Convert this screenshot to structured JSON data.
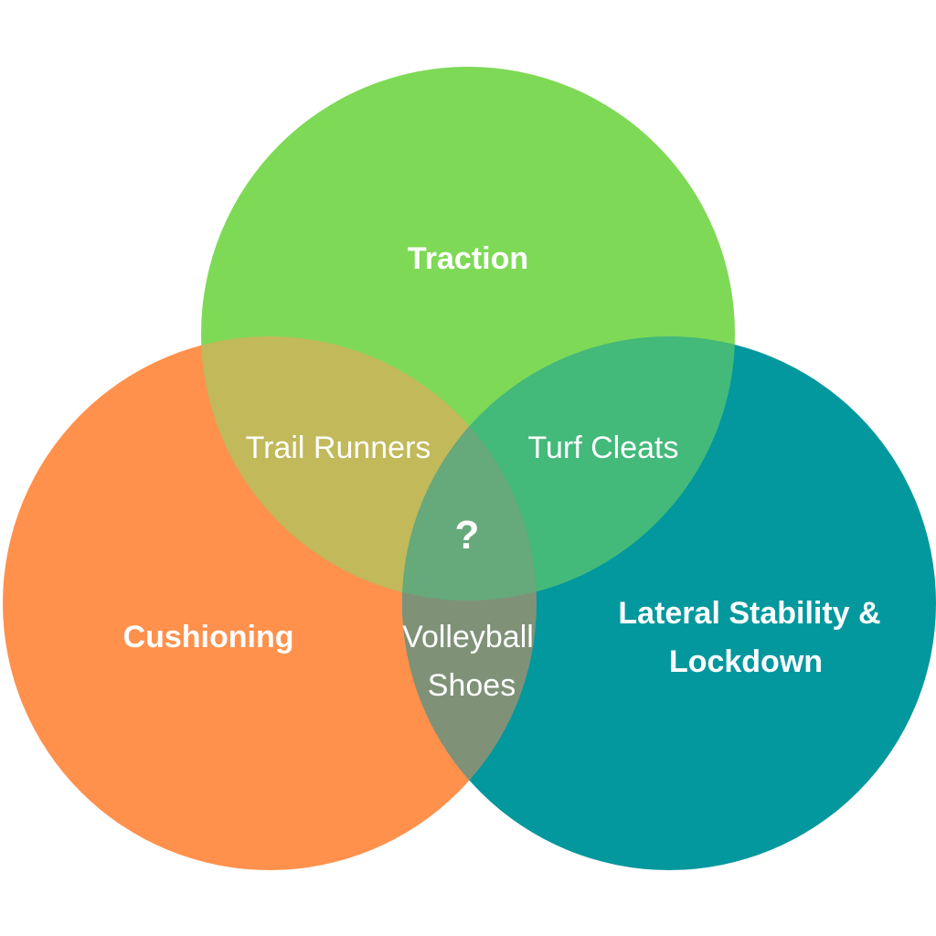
{
  "sets": {
    "traction": {
      "label": "Traction",
      "color": "#7ED957"
    },
    "cushioning": {
      "label": "Cushioning",
      "color": "#FF914D"
    },
    "lateral": {
      "line1": "Lateral Stability &",
      "line2": "Lockdown",
      "color": "#03989E"
    }
  },
  "overlaps": {
    "traction_cushioning": {
      "label": "Trail Runners",
      "color": "#C1B95A"
    },
    "traction_lateral": {
      "label": "Turf Cleats",
      "color": "#43B97A"
    },
    "cushioning_lateral": {
      "line1": "Volleyball",
      "line2": "Shoes",
      "color": "#7F9278"
    },
    "all_three": {
      "label": "?",
      "color": "#66A97A"
    }
  }
}
